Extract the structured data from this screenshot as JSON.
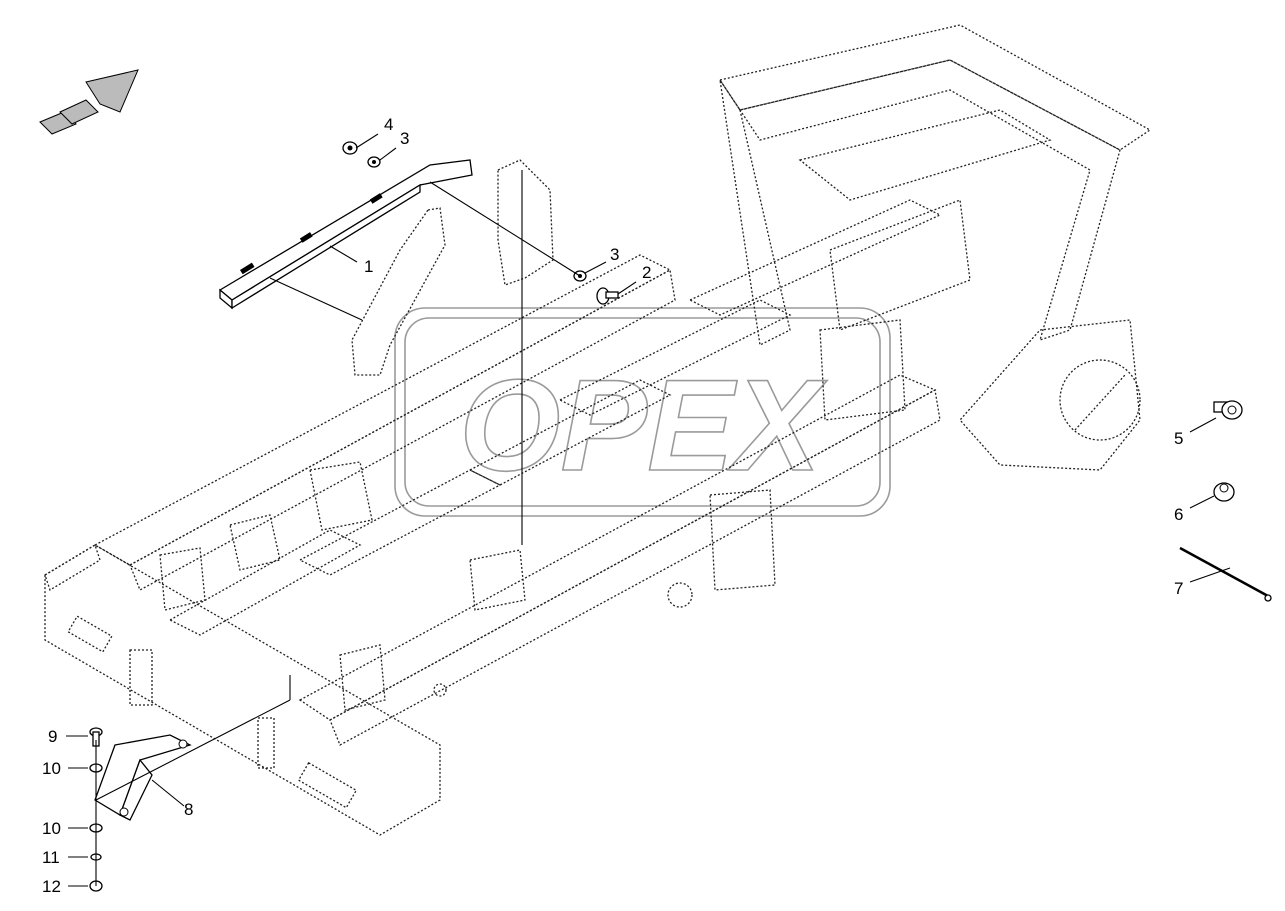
{
  "diagram": {
    "watermark_text": "OPEX",
    "callouts": [
      {
        "id": "c1",
        "label": "1"
      },
      {
        "id": "c2",
        "label": "2"
      },
      {
        "id": "c3a",
        "label": "3"
      },
      {
        "id": "c3b",
        "label": "3"
      },
      {
        "id": "c4",
        "label": "4"
      },
      {
        "id": "c5",
        "label": "5"
      },
      {
        "id": "c6",
        "label": "6"
      },
      {
        "id": "c7",
        "label": "7"
      },
      {
        "id": "c8",
        "label": "8"
      },
      {
        "id": "c9",
        "label": "9"
      },
      {
        "id": "c10a",
        "label": "10"
      },
      {
        "id": "c10b",
        "label": "10"
      },
      {
        "id": "c11",
        "label": "11"
      },
      {
        "id": "c12",
        "label": "12"
      }
    ],
    "colors": {
      "line": "#000000",
      "watermark": "#9a9a9a",
      "background": "#ffffff"
    }
  }
}
